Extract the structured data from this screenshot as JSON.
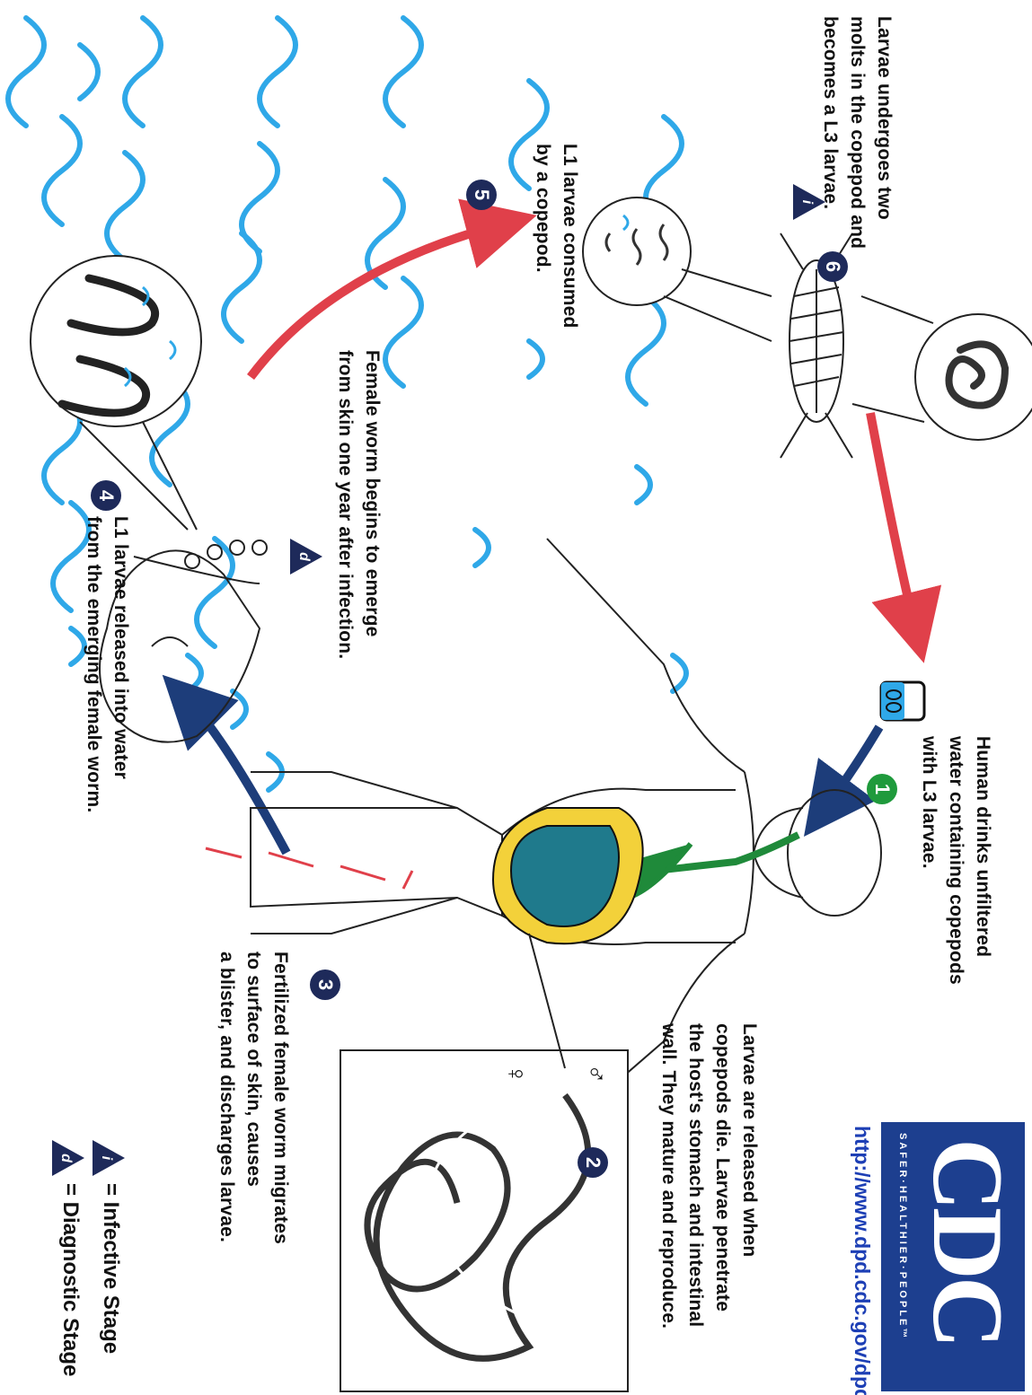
{
  "logo": {
    "text": "CDC",
    "tagline": "SAFER·HEALTHIER·PEOPLE™"
  },
  "url": "http://www.dpd.cdc.gov/dpdx",
  "steps": [
    {
      "number": "1",
      "text": "Human drinks unfiltered\nwater containing copepods\nwith L3 larvae."
    },
    {
      "number": "2",
      "text": "Larvae are released when\ncopepods die.  Larvae penetrate\nthe host's stomach and intestinal\nwall.  They mature and reproduce."
    },
    {
      "number": "3",
      "text": "Fertilized female worm migrates\nto surface of skin, causes\na blister, and discharges larvae."
    },
    {
      "number": "4",
      "text": "L1 larvae released into water\nfrom the emerging female worm."
    },
    {
      "number": "5",
      "text": "L1 larvae consumed\nby a copepod."
    },
    {
      "number": "6",
      "text": "Larvae undergoes two\nmolts in the copepod and\nbecomes a L3 larvae."
    }
  ],
  "emerge_text": "Female worm begins to emerge\nfrom skin one year after infection.",
  "markers": {
    "infective_letter": "i",
    "diagnostic_letter": "d",
    "male_symbol": "♂",
    "female_symbol": "♀"
  },
  "legend": {
    "infective": "= Infective Stage",
    "diagnostic": "= Diagnostic Stage"
  },
  "colors": {
    "badge_dark": "#1e2a5a",
    "badge_green": "#1f9a3c",
    "arrow_red": "#e0404a",
    "arrow_blue": "#1d3d7a",
    "water": "#2fa8e8",
    "logo_blue": "#1d3f8f"
  }
}
